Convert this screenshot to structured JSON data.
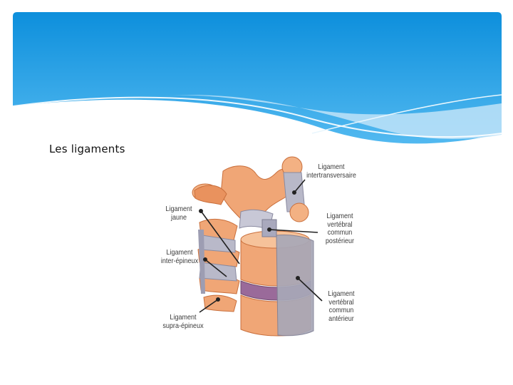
{
  "slide": {
    "bullet_text": "Les ligaments",
    "colors": {
      "header_top": "#0d8fdc",
      "header_bottom": "#4fb8f0",
      "wave_light": "#bfe3f8",
      "background": "#ffffff",
      "bone": "#f0a676",
      "ligament": "#a8a8b8",
      "disc": "#9a6a9a"
    }
  },
  "figure": {
    "callouts": {
      "intertransversaire": "Ligament\nintertransversaire",
      "jaune": "Ligament\njaune",
      "vertebral_posterieur": "Ligament\nvertébral\ncommun\npostérieur",
      "inter_epineux": "Ligament\ninter-épineux",
      "vertebral_anterieur": "Ligament\nvertébral\ncommun\nantérieur",
      "supra_epineux": "Ligament\nsupra-épineux"
    }
  }
}
